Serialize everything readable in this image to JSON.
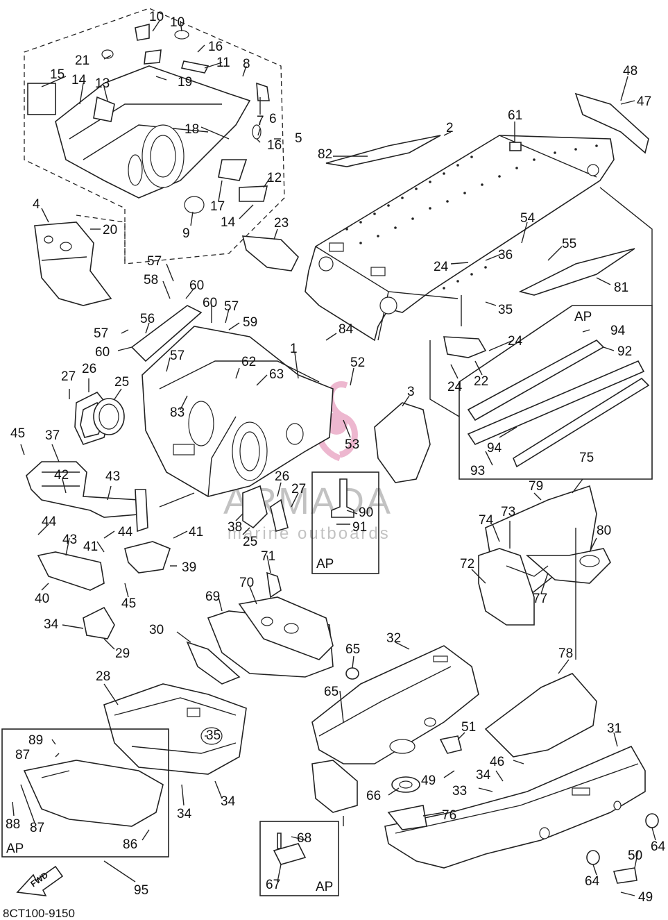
{
  "diagram_code": "8CT100-9150",
  "fwd_label": "FWD",
  "ap_label": "AP",
  "watermark": {
    "title": "ARMADA",
    "subtitle": "marine outboards",
    "logo_color": "#e8a0c0"
  },
  "callouts": [
    {
      "id": "c10a",
      "label": "10"
    },
    {
      "id": "c10b",
      "label": "10"
    },
    {
      "id": "c16a",
      "label": "16"
    },
    {
      "id": "c21",
      "label": "21"
    },
    {
      "id": "c11",
      "label": "11"
    },
    {
      "id": "c8",
      "label": "8"
    },
    {
      "id": "c15",
      "label": "15"
    },
    {
      "id": "c14a",
      "label": "14"
    },
    {
      "id": "c13",
      "label": "13"
    },
    {
      "id": "c19",
      "label": "19"
    },
    {
      "id": "c6",
      "label": "6"
    },
    {
      "id": "c7",
      "label": "7"
    },
    {
      "id": "c18",
      "label": "18"
    },
    {
      "id": "c16b",
      "label": "16"
    },
    {
      "id": "c5",
      "label": "5"
    },
    {
      "id": "c12",
      "label": "12"
    },
    {
      "id": "c17",
      "label": "17"
    },
    {
      "id": "c9",
      "label": "9"
    },
    {
      "id": "c14b",
      "label": "14"
    },
    {
      "id": "c4",
      "label": "4"
    },
    {
      "id": "c20",
      "label": "20"
    },
    {
      "id": "c23a",
      "label": "23"
    },
    {
      "id": "c48",
      "label": "48"
    },
    {
      "id": "c47",
      "label": "47"
    },
    {
      "id": "c61",
      "label": "61"
    },
    {
      "id": "c2",
      "label": "2"
    },
    {
      "id": "c82",
      "label": "82"
    },
    {
      "id": "c54",
      "label": "54"
    },
    {
      "id": "c55",
      "label": "55"
    },
    {
      "id": "c36",
      "label": "36"
    },
    {
      "id": "c24a",
      "label": "24"
    },
    {
      "id": "c81",
      "label": "81"
    },
    {
      "id": "c35a",
      "label": "35"
    },
    {
      "id": "c57a",
      "label": "57"
    },
    {
      "id": "c58",
      "label": "58"
    },
    {
      "id": "c60a",
      "label": "60"
    },
    {
      "id": "c60b",
      "label": "60"
    },
    {
      "id": "c57b",
      "label": "57"
    },
    {
      "id": "c59",
      "label": "59"
    },
    {
      "id": "c56",
      "label": "56"
    },
    {
      "id": "c57c",
      "label": "57"
    },
    {
      "id": "c60c",
      "label": "60"
    },
    {
      "id": "c57d",
      "label": "57"
    },
    {
      "id": "c84",
      "label": "84"
    },
    {
      "id": "c1",
      "label": "1"
    },
    {
      "id": "c62",
      "label": "62"
    },
    {
      "id": "c63",
      "label": "63"
    },
    {
      "id": "c52",
      "label": "52"
    },
    {
      "id": "c24b",
      "label": "24"
    },
    {
      "id": "c94a",
      "label": "94"
    },
    {
      "id": "c92",
      "label": "92"
    },
    {
      "id": "c24c",
      "label": "24"
    },
    {
      "id": "c22",
      "label": "22"
    },
    {
      "id": "c3",
      "label": "3"
    },
    {
      "id": "c27a",
      "label": "27"
    },
    {
      "id": "c26a",
      "label": "26"
    },
    {
      "id": "c25a",
      "label": "25"
    },
    {
      "id": "c83",
      "label": "83"
    },
    {
      "id": "c53",
      "label": "53"
    },
    {
      "id": "c94b",
      "label": "94"
    },
    {
      "id": "c93",
      "label": "93"
    },
    {
      "id": "c45a",
      "label": "45"
    },
    {
      "id": "c37",
      "label": "37"
    },
    {
      "id": "c42",
      "label": "42"
    },
    {
      "id": "c43a",
      "label": "43"
    },
    {
      "id": "c26b",
      "label": "26"
    },
    {
      "id": "c27b",
      "label": "27"
    },
    {
      "id": "c90",
      "label": "90"
    },
    {
      "id": "c38",
      "label": "38"
    },
    {
      "id": "c25b",
      "label": "25"
    },
    {
      "id": "c91",
      "label": "91"
    },
    {
      "id": "c75",
      "label": "75"
    },
    {
      "id": "c79",
      "label": "79"
    },
    {
      "id": "c74",
      "label": "74"
    },
    {
      "id": "c73",
      "label": "73"
    },
    {
      "id": "c80",
      "label": "80"
    },
    {
      "id": "c72",
      "label": "72"
    },
    {
      "id": "c77",
      "label": "77"
    },
    {
      "id": "c44a",
      "label": "44"
    },
    {
      "id": "c44b",
      "label": "44"
    },
    {
      "id": "c43b",
      "label": "43"
    },
    {
      "id": "c41a",
      "label": "41"
    },
    {
      "id": "c41b",
      "label": "41"
    },
    {
      "id": "c39",
      "label": "39"
    },
    {
      "id": "c71",
      "label": "71"
    },
    {
      "id": "c40",
      "label": "40"
    },
    {
      "id": "c45b",
      "label": "45"
    },
    {
      "id": "c70",
      "label": "70"
    },
    {
      "id": "c69",
      "label": "69"
    },
    {
      "id": "c34a",
      "label": "34"
    },
    {
      "id": "c29",
      "label": "29"
    },
    {
      "id": "c30",
      "label": "30"
    },
    {
      "id": "c32",
      "label": "32"
    },
    {
      "id": "c65a",
      "label": "65"
    },
    {
      "id": "c78",
      "label": "78"
    },
    {
      "id": "c28",
      "label": "28"
    },
    {
      "id": "c65b",
      "label": "65"
    },
    {
      "id": "c51",
      "label": "51"
    },
    {
      "id": "c31",
      "label": "31"
    },
    {
      "id": "c89",
      "label": "89"
    },
    {
      "id": "c35b",
      "label": "35"
    },
    {
      "id": "c87a",
      "label": "87"
    },
    {
      "id": "c46",
      "label": "46"
    },
    {
      "id": "c49a",
      "label": "49"
    },
    {
      "id": "c34b",
      "label": "34"
    },
    {
      "id": "c33",
      "label": "33"
    },
    {
      "id": "c66",
      "label": "66"
    },
    {
      "id": "c76",
      "label": "76"
    },
    {
      "id": "c34c",
      "label": "34"
    },
    {
      "id": "c34d",
      "label": "34"
    },
    {
      "id": "c88",
      "label": "88"
    },
    {
      "id": "c87b",
      "label": "87"
    },
    {
      "id": "c86",
      "label": "86"
    },
    {
      "id": "c68",
      "label": "68"
    },
    {
      "id": "c64a",
      "label": "64"
    },
    {
      "id": "c50",
      "label": "50"
    },
    {
      "id": "c67",
      "label": "67"
    },
    {
      "id": "c64b",
      "label": "64"
    },
    {
      "id": "c95",
      "label": "95"
    },
    {
      "id": "c49b",
      "label": "49"
    }
  ]
}
